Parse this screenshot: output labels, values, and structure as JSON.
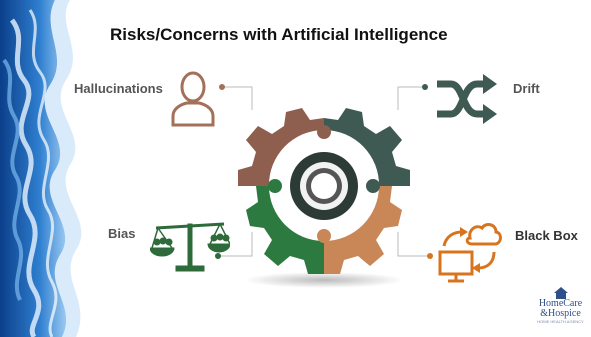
{
  "slide": {
    "title": "Risks/Concerns with Artificial Intelligence",
    "risks": [
      {
        "label": "Hallucinations",
        "icon": "person-icon",
        "color": "#a4705a"
      },
      {
        "label": "Drift",
        "icon": "shuffle-arrows-icon",
        "color": "#3f5a52"
      },
      {
        "label": "Bias",
        "icon": "balance-scale-icon",
        "color": "#2e6b3a"
      },
      {
        "label": "Black Box",
        "icon": "computer-cloud-sync-icon",
        "color": "#d9741e"
      }
    ],
    "logo": {
      "line1": "HomeCare",
      "line2": "&Hospice",
      "tagline": "HOME HEALTH AGENCY"
    }
  },
  "colors": {
    "gear_brown": "#8e5f4e",
    "gear_dark_green": "#3f5a52",
    "gear_green": "#2c7a3f",
    "gear_orange": "#c98657",
    "wave_blue": "#1f63b5"
  }
}
